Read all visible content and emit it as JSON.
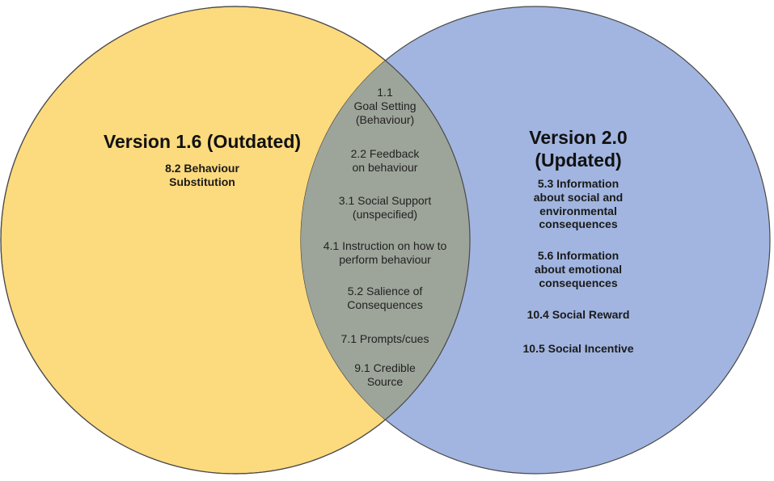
{
  "colors": {
    "left_fill": "#FCDA7E",
    "right_fill": "#A1B5E0",
    "overlap_fill": "#9DA59A",
    "outline": "#4a4a4a"
  },
  "left": {
    "title": "Version 1.6 (Outdated)",
    "items": [
      "8.2 Behaviour\nSubstitution"
    ]
  },
  "right": {
    "title": "Version 2.0\n(Updated)",
    "items": [
      "5.3 Information\nabout social and\nenvironmental\nconsequences",
      "5.6 Information\nabout emotional\nconsequences",
      "10.4 Social Reward",
      "10.5 Social Incentive"
    ]
  },
  "overlap": {
    "items": [
      "1.1\nGoal Setting\n(Behaviour)",
      "2.2 Feedback\non behaviour",
      "3.1 Social Support\n(unspecified)",
      "4.1 Instruction on how to\nperform behaviour",
      "5.2 Salience of\nConsequences",
      "7.1 Prompts/cues",
      "9.1 Credible\nSource"
    ]
  }
}
